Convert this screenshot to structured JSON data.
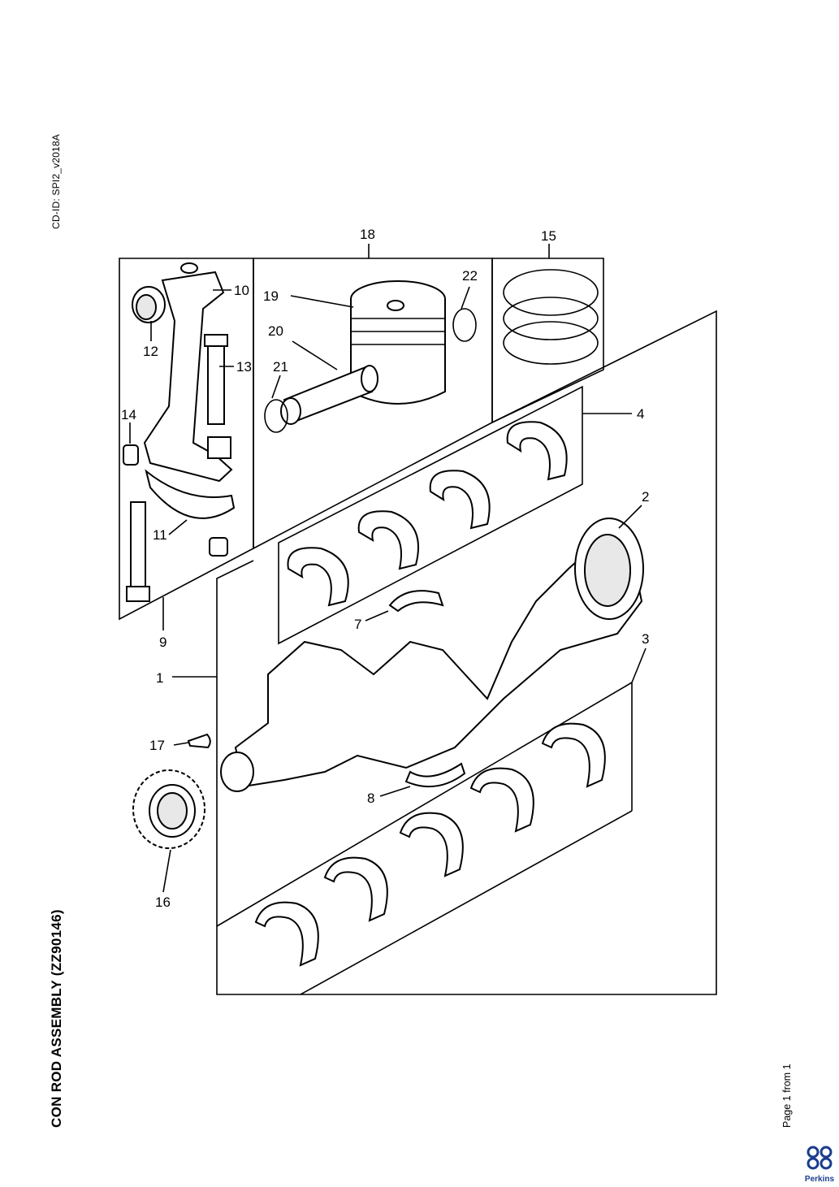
{
  "document": {
    "cd_id": "CD-ID: SPI2_v2018A",
    "title": "CON ROD ASSEMBLY (ZZ90146)",
    "page_label": "Page 1 from 1",
    "brand": "Perkins"
  },
  "callouts": [
    "1",
    "2",
    "3",
    "4",
    "7",
    "8",
    "9",
    "10",
    "11",
    "12",
    "13",
    "14",
    "15",
    "16",
    "17",
    "18",
    "19",
    "20",
    "21",
    "22"
  ],
  "brand_color": "#1b3d8f"
}
